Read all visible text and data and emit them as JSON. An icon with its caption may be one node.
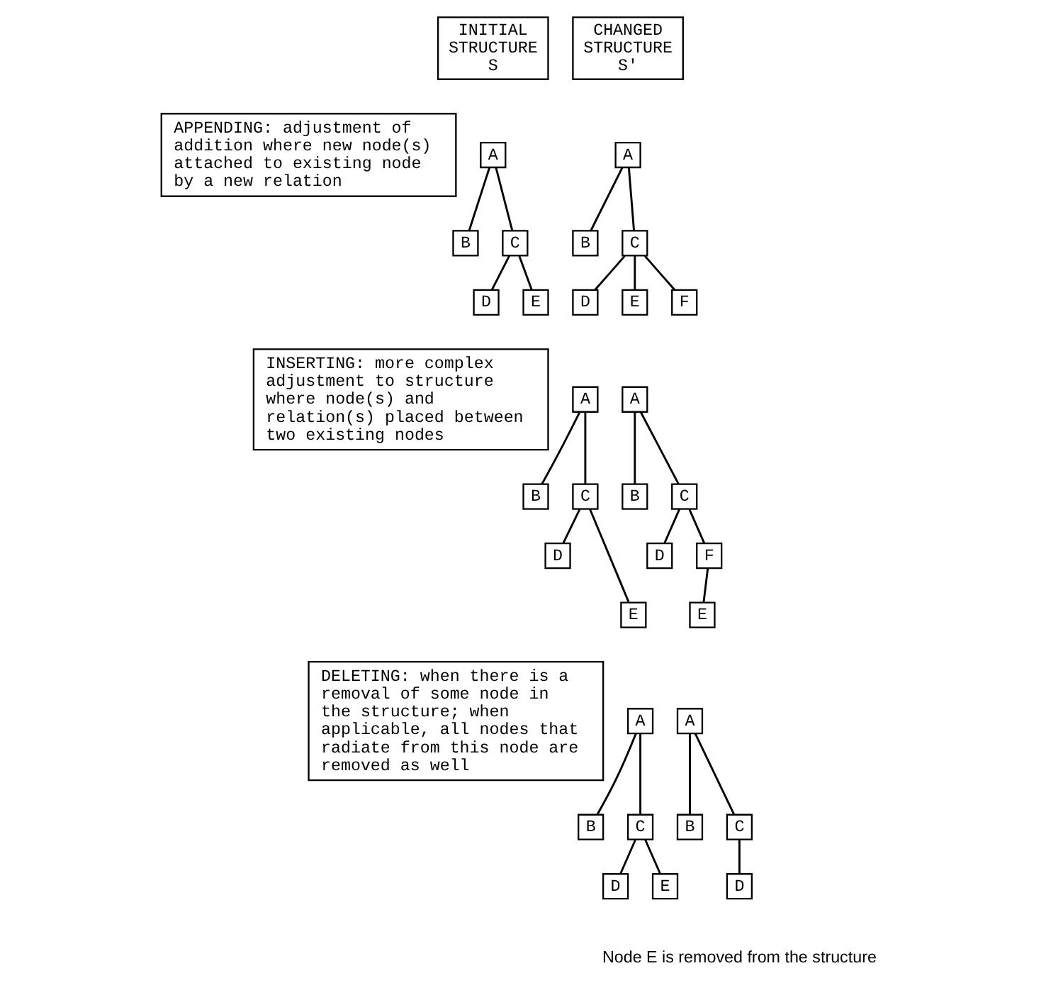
{
  "diagram": {
    "nodes": [
      {
        "text": [
          "INITIAL STRUCTURE S"
        ]
      },
      {
        "text": [
          "CHANGED STRUCTURE S'"
        ]
      },
      {
        "text": [
          "APPENDING: adjustment of addition where new node(s) attached to existing node by a new relation"
        ]
      },
      {
        "text": [
          "A"
        ]
      },
      {
        "text": [
          "B"
        ]
      },
      {
        "text": [
          "C"
        ]
      },
      {
        "text": [
          "D"
        ]
      },
      {
        "text": [
          "E"
        ]
      },
      {
        "text": [
          "A"
        ]
      },
      {
        "text": [
          "B"
        ]
      },
      {
        "text": [
          "C"
        ]
      },
      {
        "text": [
          "D"
        ]
      },
      {
        "text": [
          "E"
        ]
      },
      {
        "text": [
          "F"
        ]
      },
      {
        "text": [
          "INSERTING: more complex adjustment to structure where node(s) and relation(s) placed between two existing nodes"
        ]
      },
      {
        "text": [
          "A"
        ]
      },
      {
        "text": [
          "B"
        ]
      },
      {
        "text": [
          "C"
        ]
      },
      {
        "text": [
          "D"
        ]
      },
      {
        "text": [
          "E"
        ]
      },
      {
        "text": [
          "A"
        ]
      },
      {
        "text": [
          "B"
        ]
      },
      {
        "text": [
          "C"
        ]
      },
      {
        "text": [
          "D"
        ]
      },
      {
        "text": [
          "F"
        ]
      },
      {
        "text": [
          "E"
        ]
      },
      {
        "text": [
          "DELETING: when there is a removal of some node in the structure; when applicable, all nodes that radiate from this node are removed as well"
        ]
      },
      {
        "text": [
          "A"
        ]
      },
      {
        "text": [
          "B"
        ]
      },
      {
        "text": [
          "C"
        ]
      },
      {
        "text": [
          "D"
        ]
      },
      {
        "text": [
          "E"
        ]
      },
      {
        "text": [
          "A"
        ]
      },
      {
        "text": [
          "B"
        ]
      },
      {
        "text": [
          "C"
        ]
      },
      {
        "text": [
          "D"
        ]
      }
    ],
    "edges": [
      {
        "from": 3,
        "to": 4,
        "arrow": "none"
      },
      {
        "from": 3,
        "to": 5,
        "arrow": "none"
      },
      {
        "from": 5,
        "to": 6,
        "arrow": "none"
      },
      {
        "from": 5,
        "to": 7,
        "arrow": "none"
      },
      {
        "from": 8,
        "to": 9,
        "arrow": "none"
      },
      {
        "from": 8,
        "to": 10,
        "arrow": "none"
      },
      {
        "from": 10,
        "to": 11,
        "arrow": "none"
      },
      {
        "from": 10,
        "to": 12,
        "arrow": "none"
      },
      {
        "from": 10,
        "to": 13,
        "arrow": "none"
      },
      {
        "from": 15,
        "to": 16,
        "arrow": "none"
      },
      {
        "from": 15,
        "to": 17,
        "arrow": "none"
      },
      {
        "from": 17,
        "to": 18,
        "arrow": "none"
      },
      {
        "from": 17,
        "to": 19,
        "arrow": "none"
      },
      {
        "from": 20,
        "to": 21,
        "arrow": "none"
      },
      {
        "from": 20,
        "to": 22,
        "arrow": "none"
      },
      {
        "from": 22,
        "to": 23,
        "arrow": "none"
      },
      {
        "from": 22,
        "to": 24,
        "arrow": "none"
      },
      {
        "from": 24,
        "to": 25,
        "arrow": "none"
      },
      {
        "from": 27,
        "to": 28,
        "arrow": "none"
      },
      {
        "from": 27,
        "to": 29,
        "arrow": "none"
      },
      {
        "from": 29,
        "to": 30,
        "arrow": "none"
      },
      {
        "from": 29,
        "to": 31,
        "arrow": "none"
      },
      {
        "from": 32,
        "to": 33,
        "arrow": "none"
      },
      {
        "from": 32,
        "to": 34,
        "arrow": "none"
      },
      {
        "from": 34,
        "to": 35,
        "arrow": "none"
      }
    ],
    "labels": [
      "Node E is removed from the structure"
    ]
  }
}
